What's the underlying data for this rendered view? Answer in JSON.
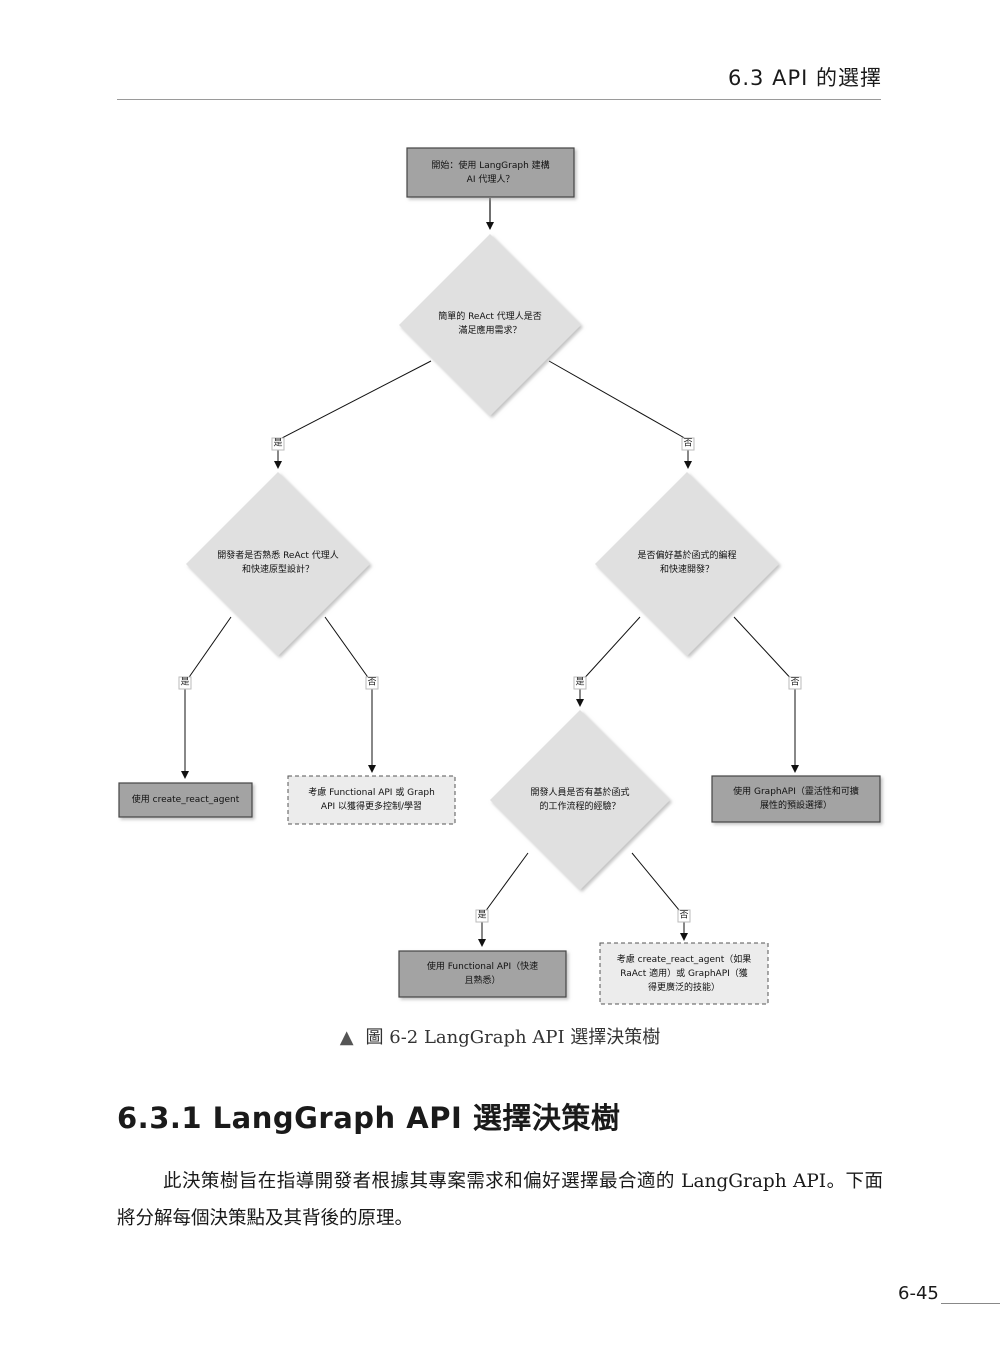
{
  "running_head": "6.3 API 的選擇",
  "figure": {
    "nodes": {
      "start": "開始：使用 LangGraph 建構\nAI 代理人？",
      "q_react_simple": "簡單的 ReAct 代理人是否\n滿足應用需求？",
      "q_familiar": "開發者是否熟悉 ReAct 代理人\n和快速原型設計？",
      "q_functional_pref": "是否偏好基於函式的編程\n和快速開發？",
      "use_create_react_agent": "使用 create_react_agent",
      "consider_functional_or_graph": "考慮 Functional API 或 Graph\nAPI 以獲得更多控制/學習",
      "q_workflow_exp": "開發人員是否有基於函式\n的工作流程的經驗？",
      "use_graph_api": "使用 GraphAPI（靈活性和可擴\n展性的預設選擇）",
      "use_functional_api": "使用 Functional API（快速\n且熟悉）",
      "consider_react_or_graph": "考慮 create_react_agent（如果\nRaAct 適用）或 GraphAPI（獲\n得更廣泛的技能）"
    },
    "branch_labels": {
      "yes": "是",
      "no": "否"
    },
    "caption_marker": "▲",
    "caption": "圖 6-2 LangGraph API 選擇決策樹"
  },
  "section_heading": "6.3.1 LangGraph API 選擇決策樹",
  "body_text": "此決策樹旨在指導開發者根據其專案需求和偏好選擇最合適的 LangGraph API。下面將分解每個決策點及其背後的原理。",
  "page_number": "6-45",
  "colors": {
    "dark_box": "#a3a3a3",
    "diamond": "#e0e0e0",
    "dashed_box": "#ececec"
  }
}
